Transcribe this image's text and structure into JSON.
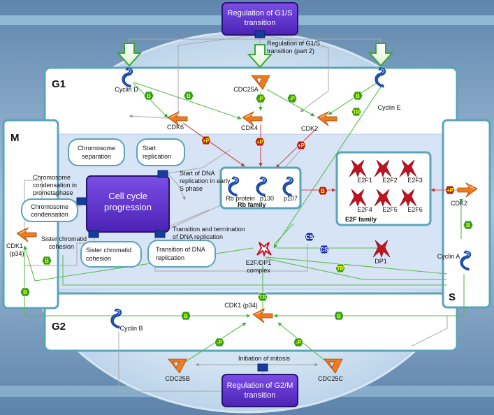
{
  "phases": {
    "g1": "G1",
    "m": "M",
    "s": "S",
    "g2": "G2"
  },
  "processes": {
    "g1s": [
      "Regulation of G1/S",
      "transition"
    ],
    "g2m": [
      "Regulation of G2/M",
      "transition"
    ],
    "cell_cycle": [
      "Cell cycle",
      "progression"
    ]
  },
  "labels": {
    "g1s_part2": [
      "Regulation of G1/S",
      "transition (part 2)"
    ],
    "start_dna": [
      "Start of DNA",
      "replication in early",
      "S phase"
    ],
    "transition_dna": [
      "Transition and termination",
      "of DNA replication"
    ],
    "chrom_prometaphase": [
      "Chromosome",
      "condensation in",
      "prometaphase"
    ],
    "sister_cohesion": [
      "Sister chromatid",
      "cohesion"
    ],
    "initiation_mitosis": "Initiation of mitosis",
    "rb_family": "Rb family",
    "e2f_family": "E2F family"
  },
  "boxes": {
    "chrom_sep": [
      "Chromosome",
      "separation"
    ],
    "start_rep": [
      "Start",
      "replication"
    ],
    "chrom_cond": [
      "Chromosome",
      "condensation"
    ],
    "sister": [
      "Sister chromatid",
      "cohesion"
    ],
    "trans_dna": [
      "Transition of DNA",
      "replication"
    ]
  },
  "nodes": {
    "cyclin_d": "Cyclin D",
    "cdc25a": "CDC25A",
    "cyclin_e": "Cyclin E",
    "cdk6": "CDK6",
    "cdk4": "CDK4",
    "cdk2_g1": "CDK2",
    "rb": [
      "Rb protein",
      "p130",
      "p107"
    ],
    "e2f": [
      "E2F1",
      "E2F2",
      "E2F3",
      "E2F4",
      "E2F5",
      "E2F6"
    ],
    "cdk2_s": "CDK2",
    "cyclin_a": "Cyclin A",
    "cdk1_m": [
      "CDK1",
      "(p34)"
    ],
    "e2f_dp1": [
      "E2F/DP1",
      "complex"
    ],
    "dp1": "DP1",
    "cyclin_b": "Cyclin B",
    "cdk1_g2": "CDK1 (p34)",
    "cdc25b": "CDC25B",
    "cdc25c": "CDC25C"
  },
  "badges": {
    "binding": "B",
    "phospho": "-P",
    "phospho_plus": "+P",
    "transcription": "TR",
    "complex": "CS"
  },
  "colors": {
    "frame": "#5aa4ba",
    "process": "#5b2ec8",
    "node_orange": "#f07a1e",
    "node_blue": "#1c58c0",
    "node_red": "#c21420",
    "badge_green": "#2e9d21",
    "badge_red": "#b81f1f",
    "badge_blue": "#1b2fa6"
  }
}
